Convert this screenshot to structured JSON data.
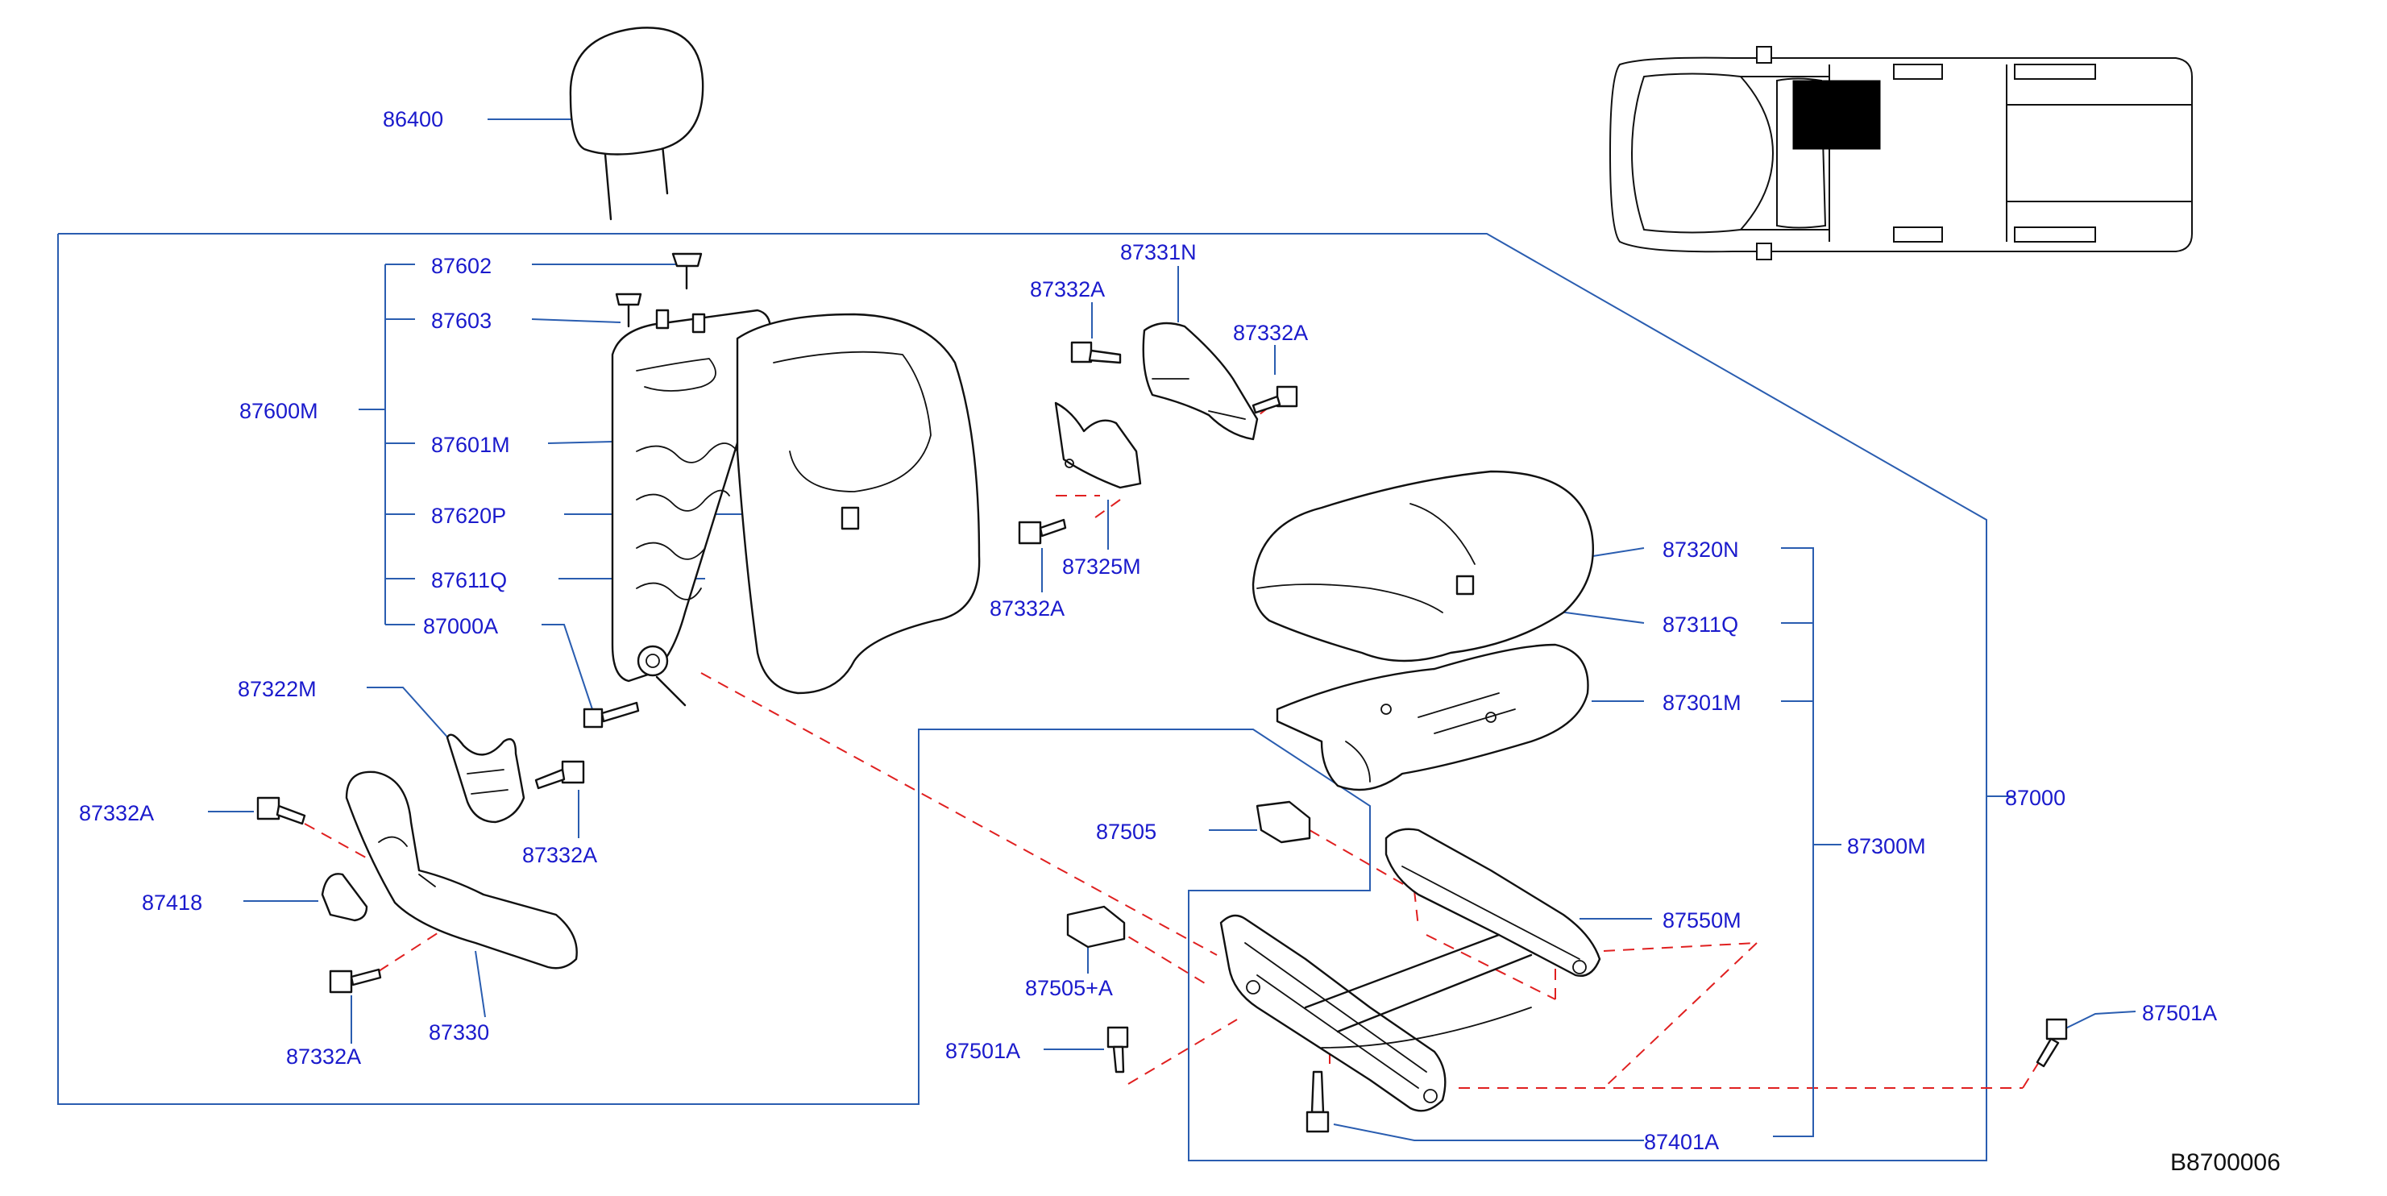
{
  "diagram_code": "B8700006",
  "labels": {
    "headrest": "86400",
    "p87602": "87602",
    "p87603": "87603",
    "p87600M": "87600M",
    "p87601M": "87601M",
    "p87620P": "87620P",
    "p87611Q": "87611Q",
    "p87000A": "87000A",
    "p87322M": "87322M",
    "p87332A_left": "87332A",
    "p87418": "87418",
    "p87332A_bottom": "87332A",
    "p87330": "87330",
    "p87332A_mid": "87332A",
    "p87331N": "87331N",
    "p87332A_top_left": "87332A",
    "p87332A_top_right": "87332A",
    "p87325M": "87325M",
    "p87332A_center": "87332A",
    "p87320N": "87320N",
    "p87311Q": "87311Q",
    "p87301M": "87301M",
    "p87000": "87000",
    "p87300M": "87300M",
    "p87505": "87505",
    "p87505A": "87505+A",
    "p87501A_left": "87501A",
    "p87550M": "87550M",
    "p87501A_right": "87501A",
    "p87401A": "87401A"
  }
}
